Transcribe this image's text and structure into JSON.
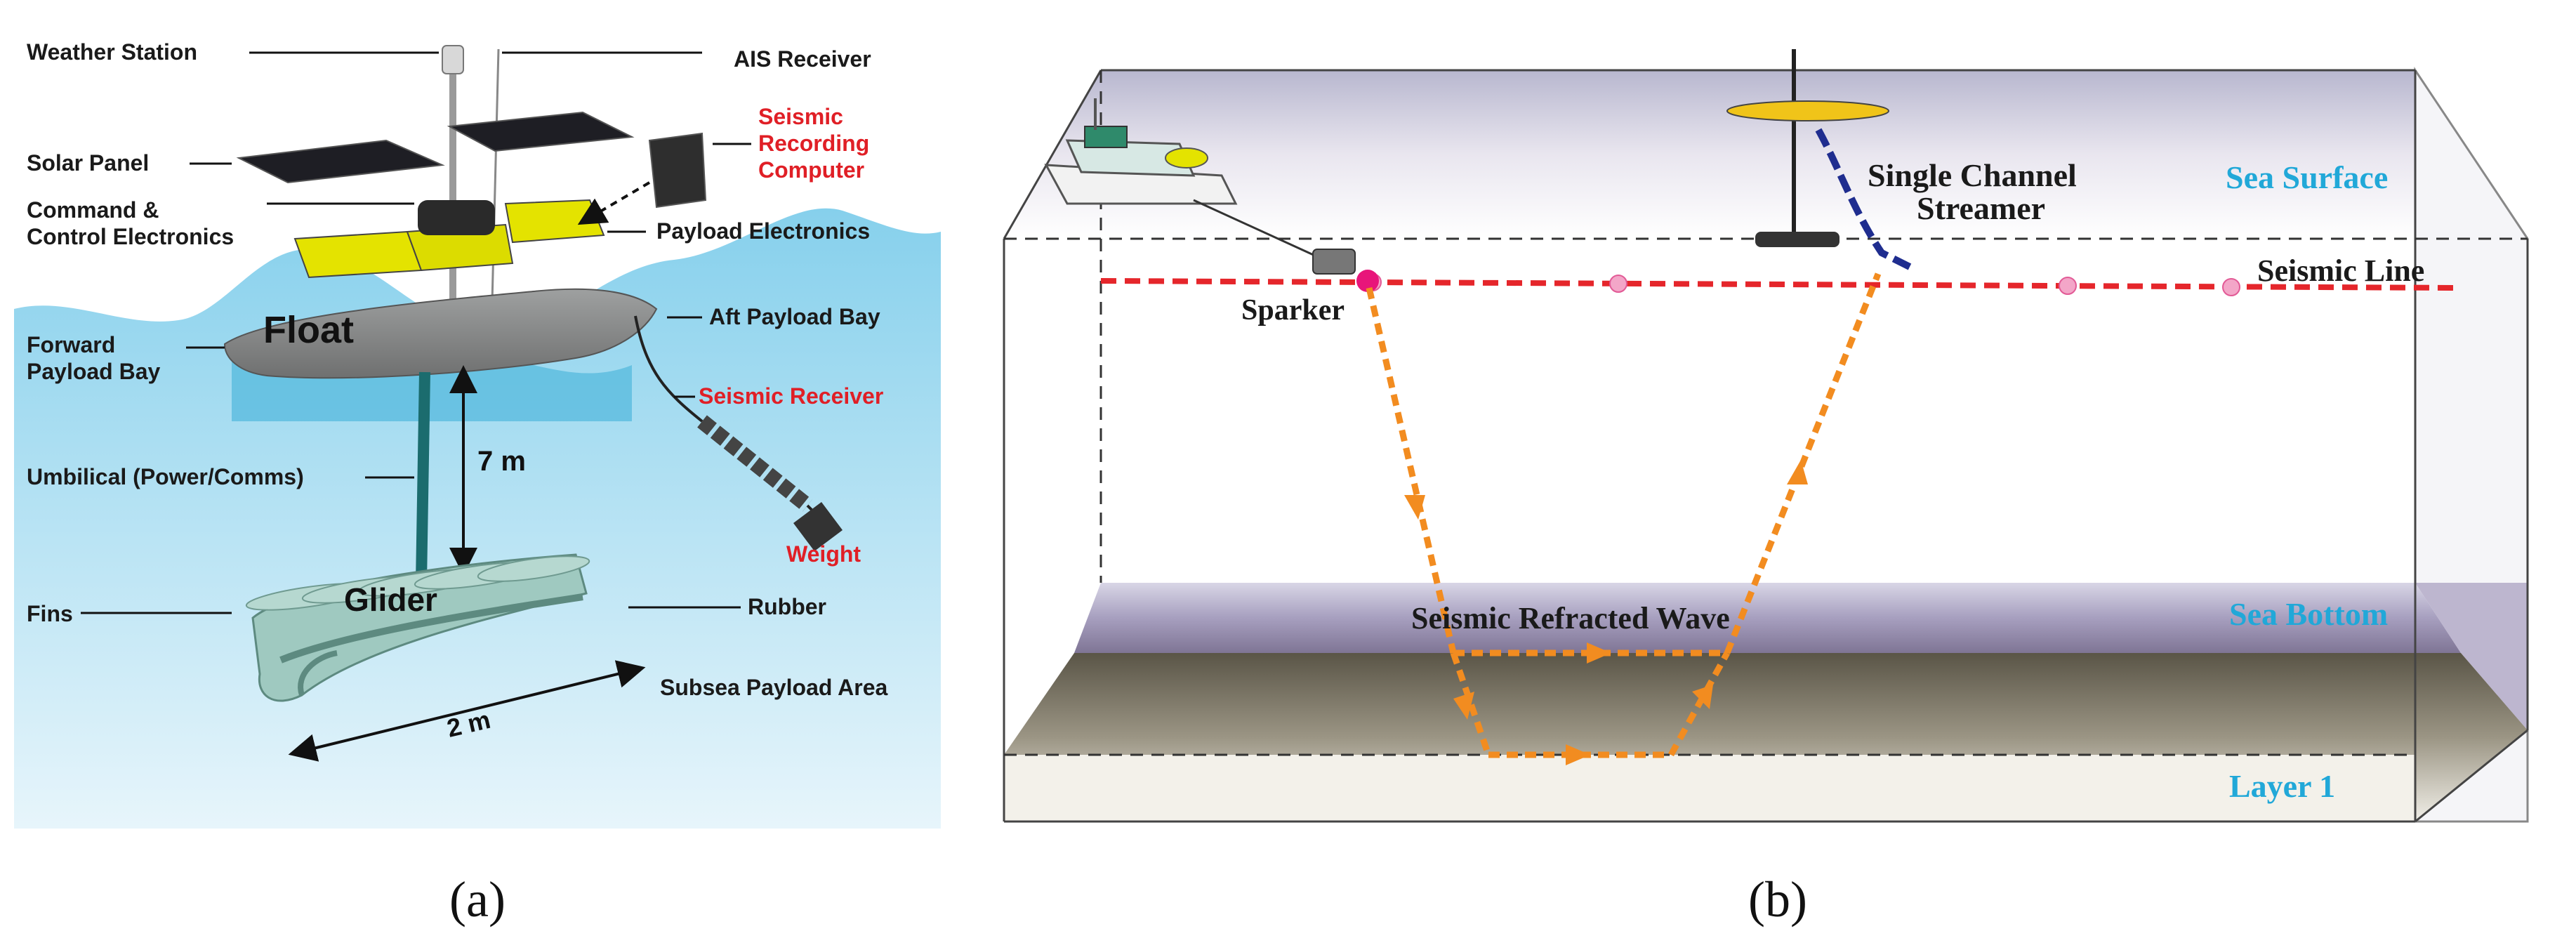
{
  "panel_a": {
    "labels": {
      "weather_station": "Weather Station",
      "ais_receiver": "AIS Receiver",
      "solar_panel": "Solar Panel",
      "seismic_recording_computer_1": "Seismic",
      "seismic_recording_computer_2": "Recording",
      "seismic_recording_computer_3": "Computer",
      "command_control_1": "Command &",
      "command_control_2": "Control Electronics",
      "payload_electronics": "Payload Electronics",
      "float": "Float",
      "aft_payload_bay": "Aft Payload Bay",
      "forward_payload_bay_1": "Forward",
      "forward_payload_bay_2": "Payload Bay",
      "seismic_receiver": "Seismic Receiver",
      "umbilical": "Umbilical (Power/Comms)",
      "tether_length": "7 m",
      "weight": "Weight",
      "glider": "Glider",
      "fins": "Fins",
      "rubber": "Rubber",
      "subsea_payload_area": "Subsea Payload Area",
      "glider_length": "2 m"
    },
    "caption": "(a)"
  },
  "panel_b": {
    "labels": {
      "sea_surface": "Sea Surface",
      "single_channel_1": "Single Channel",
      "single_channel_2": "Streamer",
      "seismic_line": "Seismic Line",
      "sparker": "Sparker",
      "seismic_refracted_wave": "Seismic Refracted Wave",
      "sea_bottom": "Sea Bottom",
      "layer_1": "Layer 1"
    },
    "caption": "(b)"
  },
  "colors": {
    "sea": "#5bbde0",
    "hull": "#8b8c8c",
    "payload_yellow": "#e4e300",
    "red_label": "#e01f26",
    "cyan_label": "#21a8d8",
    "seismic_line": "#e5262b",
    "ray": "#f28c20",
    "streamer": "#1f2d8f",
    "glider_green": "#9fc9c0"
  }
}
